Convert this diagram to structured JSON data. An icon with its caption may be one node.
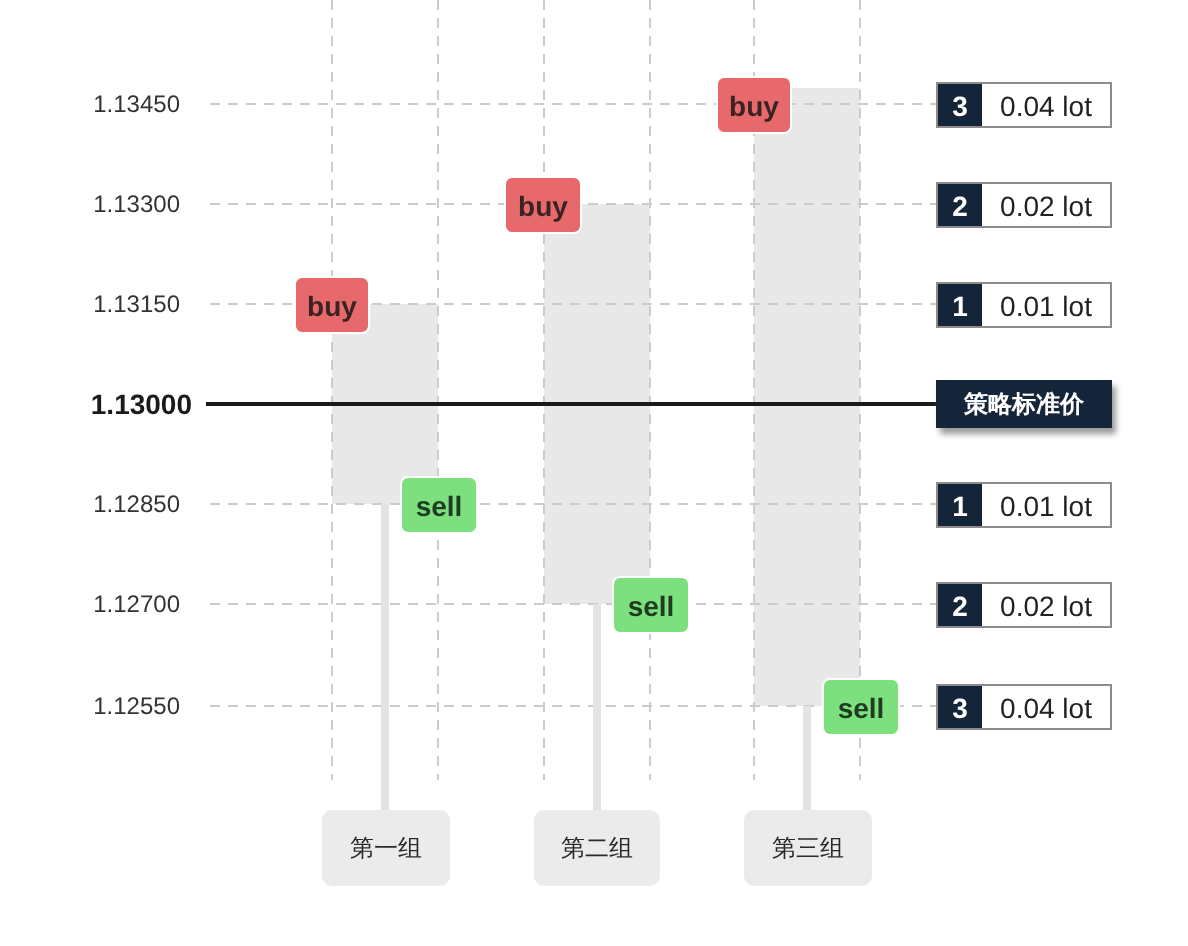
{
  "diagram": {
    "nodes": [
      {
        "text": [],
        "shape": "bar"
      },
      {
        "text": [],
        "shape": "bar"
      },
      {
        "text": [],
        "shape": "bar"
      },
      {
        "text": [
          "buy"
        ]
      },
      {
        "text": [
          "sell"
        ]
      },
      {
        "text": [
          "buy"
        ]
      },
      {
        "text": [
          "sell"
        ]
      },
      {
        "text": [
          "buy"
        ]
      },
      {
        "text": [
          "sell"
        ]
      },
      {
        "text": [
          "第一组"
        ]
      },
      {
        "text": [
          "第二组"
        ]
      },
      {
        "text": [
          "第三组"
        ]
      },
      {
        "text": [
          "3",
          "0.04 lot"
        ]
      },
      {
        "text": [
          "2",
          "0.02 lot"
        ]
      },
      {
        "text": [
          "1",
          "0.01 lot"
        ]
      },
      {
        "text": [
          "策略标准价"
        ]
      },
      {
        "text": [
          "1",
          "0.01 lot"
        ]
      },
      {
        "text": [
          "2",
          "0.02 lot"
        ]
      },
      {
        "text": [
          "3",
          "0.04 lot"
        ]
      },
      {
        "text": [],
        "shape": "line",
        "beside": [
          "1.13000"
        ]
      }
    ],
    "edges": [
      {
        "from": 9,
        "to": 0,
        "arrow": "none"
      },
      {
        "from": 10,
        "to": 1,
        "arrow": "none"
      },
      {
        "from": 11,
        "to": 2,
        "arrow": "none"
      }
    ],
    "labels": [
      "1.13450",
      "1.13300",
      "1.13150",
      "1.12850",
      "1.12700",
      "1.12550"
    ]
  }
}
